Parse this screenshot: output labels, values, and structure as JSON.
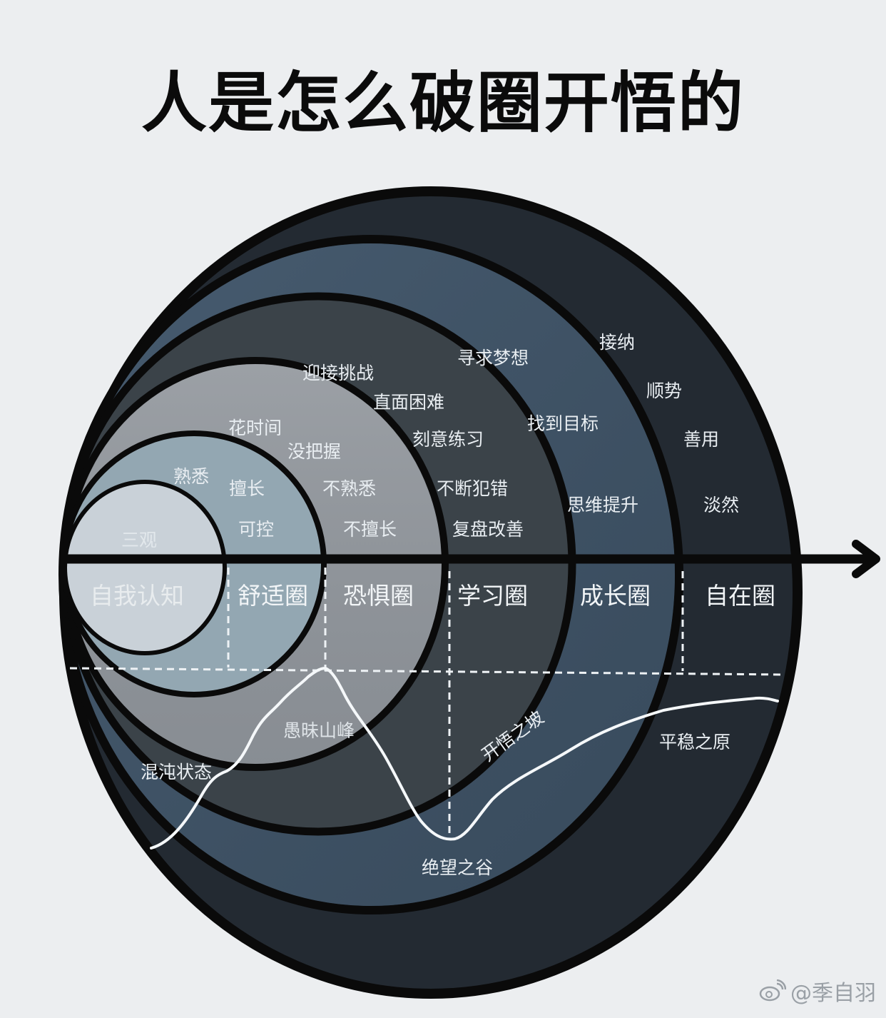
{
  "title": "人是怎么破圈开悟的",
  "colors": {
    "background": "#eceef0",
    "ring_outline": "#0a0a0a",
    "self_awareness": "#c9d1d8",
    "comfort_zone": "#93a7b2",
    "fear_zone": "#8e9399",
    "learning_zone": "#3b4349",
    "growth_zone": "#3f5366",
    "freedom_zone": "#232a32",
    "text": "#e9eef2"
  },
  "zones": [
    {
      "name": "自我认知",
      "items": [
        "三观"
      ]
    },
    {
      "name": "舒适圈",
      "items": [
        "熟悉",
        "擅长",
        "可控"
      ]
    },
    {
      "name": "恐惧圈",
      "items": [
        "花时间",
        "没把握",
        "不熟悉",
        "不擅长"
      ]
    },
    {
      "name": "学习圈",
      "items": [
        "迎接挑战",
        "直面困难",
        "刻意练习",
        "不断犯错",
        "复盘改善"
      ]
    },
    {
      "name": "成长圈",
      "items": [
        "寻求梦想",
        "找到目标",
        "思维提升"
      ]
    },
    {
      "name": "自在圈",
      "items": [
        "接纳",
        "顺势",
        "善用",
        "淡然"
      ]
    }
  ],
  "curve": {
    "labels": [
      "混沌状态",
      "愚昧山峰",
      "绝望之谷",
      "开悟之坡",
      "平稳之原"
    ]
  },
  "watermark": {
    "icon": "weibo-icon",
    "text": "@季自羽"
  }
}
